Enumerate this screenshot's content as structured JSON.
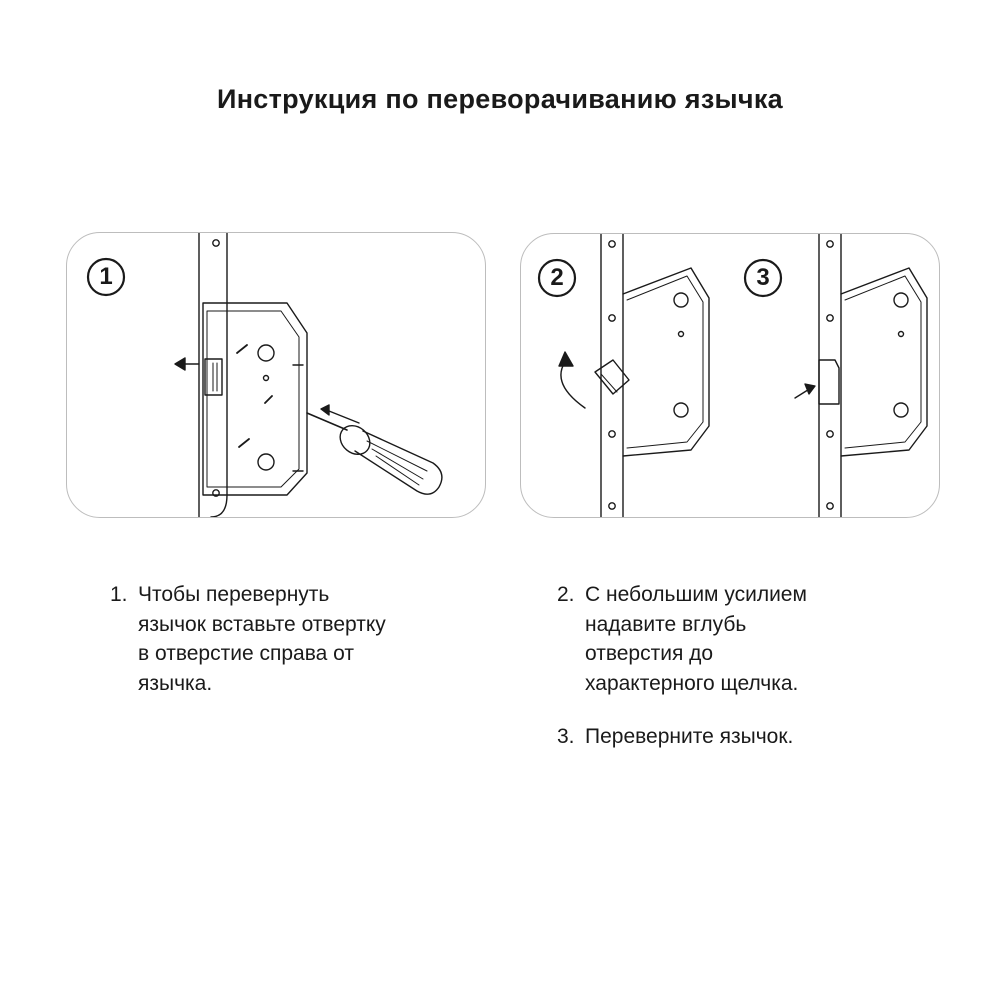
{
  "title": "Инструкция по переворачиванию язычка",
  "markers": {
    "step1": "1",
    "step2": "2",
    "step3": "3"
  },
  "steps": [
    {
      "number": "1.",
      "lines": [
        "Чтобы перевернуть",
        "язычок вставьте отвертку",
        "в отверстие справа от",
        "язычка."
      ]
    },
    {
      "number": "2.",
      "lines": [
        "С небольшим усилием",
        "надавите вглубь",
        "отверстия до",
        "характерного щелчка."
      ]
    },
    {
      "number": "3.",
      "lines": [
        "Переверните язычок."
      ]
    }
  ],
  "icons": [
    "lock-mechanism-icon",
    "screwdriver-icon",
    "arrow-left-icon",
    "rotate-arrow-icon",
    "arrow-right-icon"
  ],
  "colors": {
    "line": "#1a1a1a",
    "panel_border": "#bdbdbd"
  }
}
